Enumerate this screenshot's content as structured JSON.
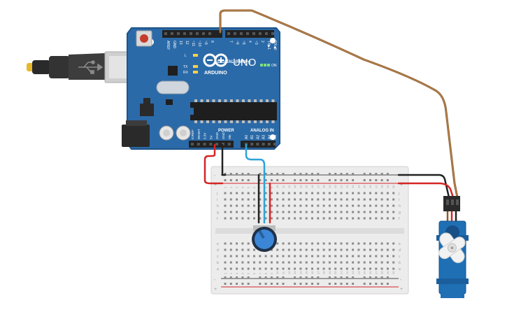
{
  "board": {
    "brand": "ARDUINO",
    "model": "UNO",
    "on_label": "ON",
    "tx_label": "TX",
    "rx_label": "RX",
    "l_label": "L",
    "digital_label": "DIGITAL (PWM~)",
    "power_label": "POWER",
    "analog_label": "ANALOG IN",
    "top_pins": [
      "AREF",
      "GND",
      "13",
      "12",
      "~11",
      "~10",
      "~9",
      "8",
      "7",
      "~6",
      "~5",
      "4",
      "~3",
      "2",
      "TX▶1",
      "RX◀0"
    ],
    "power_pins": [
      "IOREF",
      "RESET",
      "3.3V",
      "5V",
      "GND",
      "GND",
      "Vin"
    ],
    "analog_pins": [
      "A0",
      "A1",
      "A2",
      "A3",
      "A4",
      "A5"
    ]
  },
  "breadboard": {
    "row_letters_top": [
      "j",
      "i",
      "h",
      "g",
      "f"
    ],
    "row_letters_bottom": [
      "e",
      "d",
      "c",
      "b",
      "a"
    ],
    "columns": [
      "1",
      "2",
      "3",
      "4",
      "5",
      "6",
      "7",
      "8",
      "9",
      "10",
      "11",
      "12",
      "13",
      "14",
      "15",
      "16",
      "17",
      "18",
      "19",
      "20",
      "21",
      "22",
      "23",
      "24",
      "25",
      "26",
      "27",
      "28",
      "29",
      "30"
    ],
    "plus": "+",
    "minus": "-"
  },
  "colors": {
    "board_blue": "#2b6aa8",
    "board_edge": "#1f5489",
    "wire_red": "#d42626",
    "wire_black": "#222222",
    "wire_blue": "#2ea3d8",
    "wire_signal": "#a8793f",
    "breadboard": "#ececec",
    "servo_blue": "#1f6fb5"
  }
}
